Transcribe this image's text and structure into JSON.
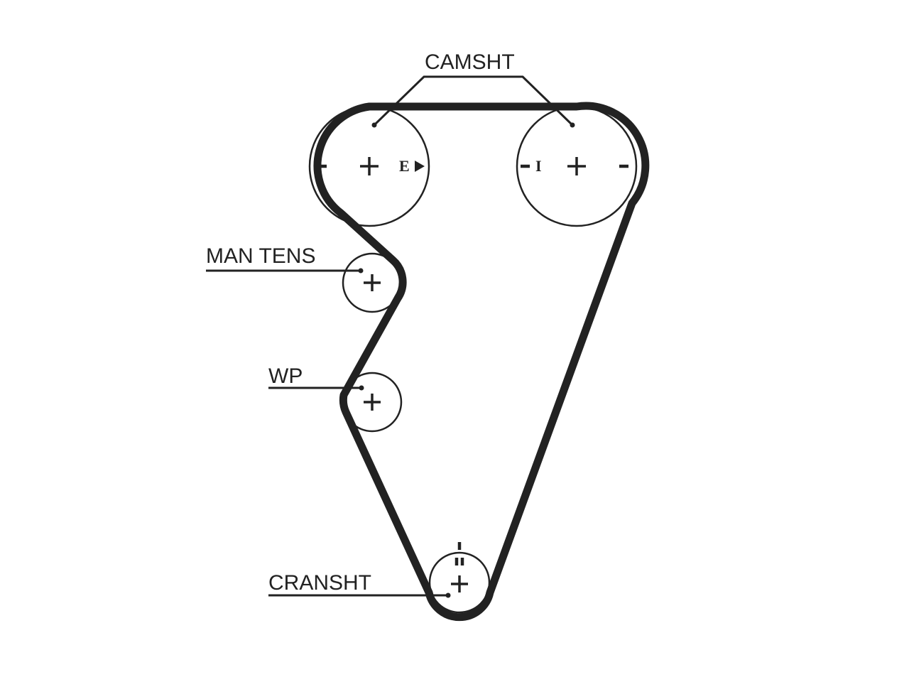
{
  "labels": {
    "camshaft": "CAMSHT",
    "manual_tensioner": "MAN TENS",
    "water_pump": "WP",
    "crankshaft": "CRANSHT"
  },
  "timing_marks": {
    "exhaust_cam": "E",
    "intake_cam": "I"
  },
  "colors": {
    "line": "#222222",
    "background": "#ffffff"
  }
}
